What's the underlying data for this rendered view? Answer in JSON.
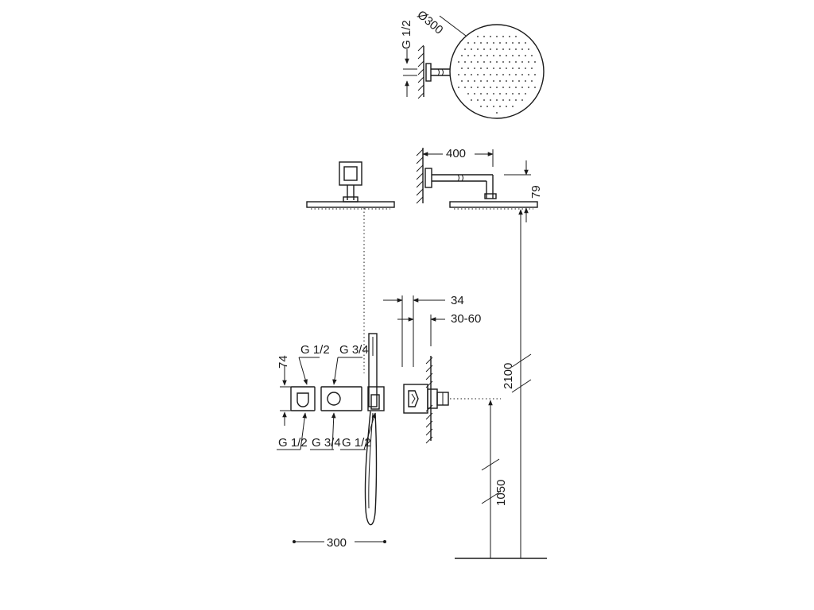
{
  "dimensions": {
    "head_diameter": "Ø300",
    "arm_connection": "G 1/2",
    "arm_length": "400",
    "head_drop": "79",
    "wall_depth": "34",
    "wall_range": "30-60",
    "head_height": "2100",
    "valve_height": "1050",
    "plate_height": "74",
    "overall_width": "300"
  },
  "connections": {
    "top_left": "G 1/2",
    "top_right": "G 3/4",
    "bottom_1": "G 1/2",
    "bottom_2": "G 3/4",
    "bottom_3": "G 1/2"
  }
}
